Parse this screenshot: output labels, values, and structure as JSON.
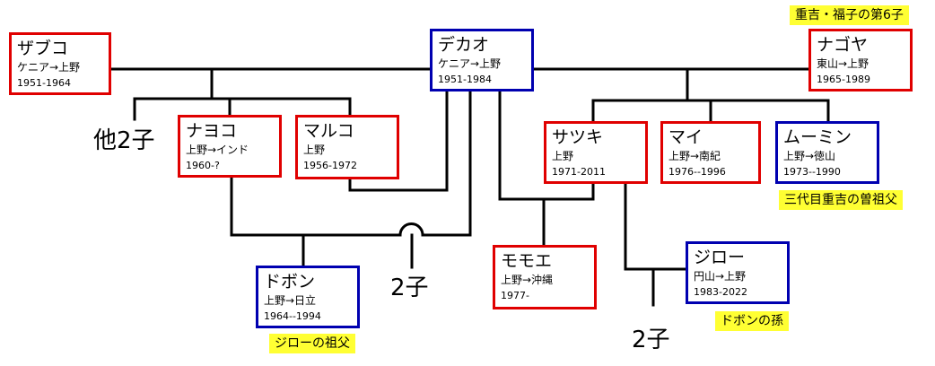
{
  "people": {
    "zabuko": {
      "name": "ザブコ",
      "place": "ケニア→上野",
      "years": "1951-1964",
      "color": "#e00000"
    },
    "dekao": {
      "name": "デカオ",
      "place": "ケニア→上野",
      "years": "1951-1984",
      "color": "#0000b0"
    },
    "nagoya": {
      "name": "ナゴヤ",
      "place": "東山→上野",
      "years": "1965-1989",
      "color": "#e00000"
    },
    "nayoko": {
      "name": "ナヨコ",
      "place": "上野→インド",
      "years": "1960-?",
      "color": "#e00000"
    },
    "maruko": {
      "name": "マルコ",
      "place": "上野",
      "years": "1956-1972",
      "color": "#e00000"
    },
    "satsuki": {
      "name": "サツキ",
      "place": "上野",
      "years": "1971-2011",
      "color": "#e00000"
    },
    "mai": {
      "name": "マイ",
      "place": "上野→南紀",
      "years": "1976--1996",
      "color": "#e00000"
    },
    "moomin": {
      "name": "ムーミン",
      "place": "上野→徳山",
      "years": "1973--1990",
      "color": "#0000b0"
    },
    "dobon": {
      "name": "ドボン",
      "place": "上野→日立",
      "years": "1964--1994",
      "color": "#0000b0"
    },
    "momoe": {
      "name": "モモエ",
      "place": "上野→沖縄",
      "years": "1977-",
      "color": "#e00000"
    },
    "jiro": {
      "name": "ジロー",
      "place": "円山→上野",
      "years": "1983-2022",
      "color": "#0000b0"
    }
  },
  "notes": {
    "nagoya_note": "重吉・福子の第6子",
    "moomin_note": "三代目重吉の曽祖父",
    "jiro_note": "ドボンの孫",
    "dobon_note": "ジローの祖父"
  },
  "children_labels": {
    "zabuko_other": "他2子",
    "nayoko_dekao": "2子",
    "satsuki_jiro": "2子"
  }
}
